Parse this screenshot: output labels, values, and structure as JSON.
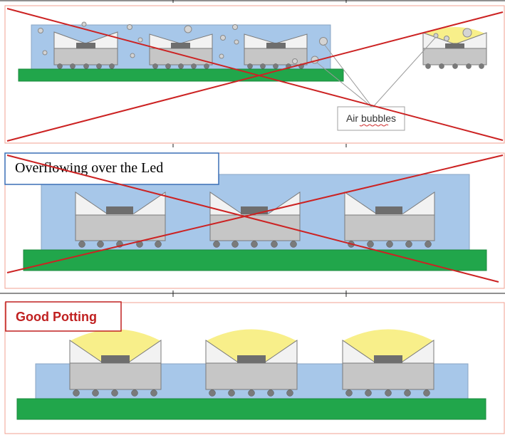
{
  "panels": {
    "air_bubbles": {
      "callout": "Air bubbles"
    },
    "overflow": {
      "title": "Overflowing over the Led"
    },
    "good": {
      "title": "Good Potting"
    }
  },
  "colors": {
    "pcb": "#21a64b",
    "resin": "#a7c7e9",
    "led_body": "#c6c6c6",
    "dome": "#f8ef8a",
    "cross": "#cc2222",
    "good_title": "#c02020"
  }
}
